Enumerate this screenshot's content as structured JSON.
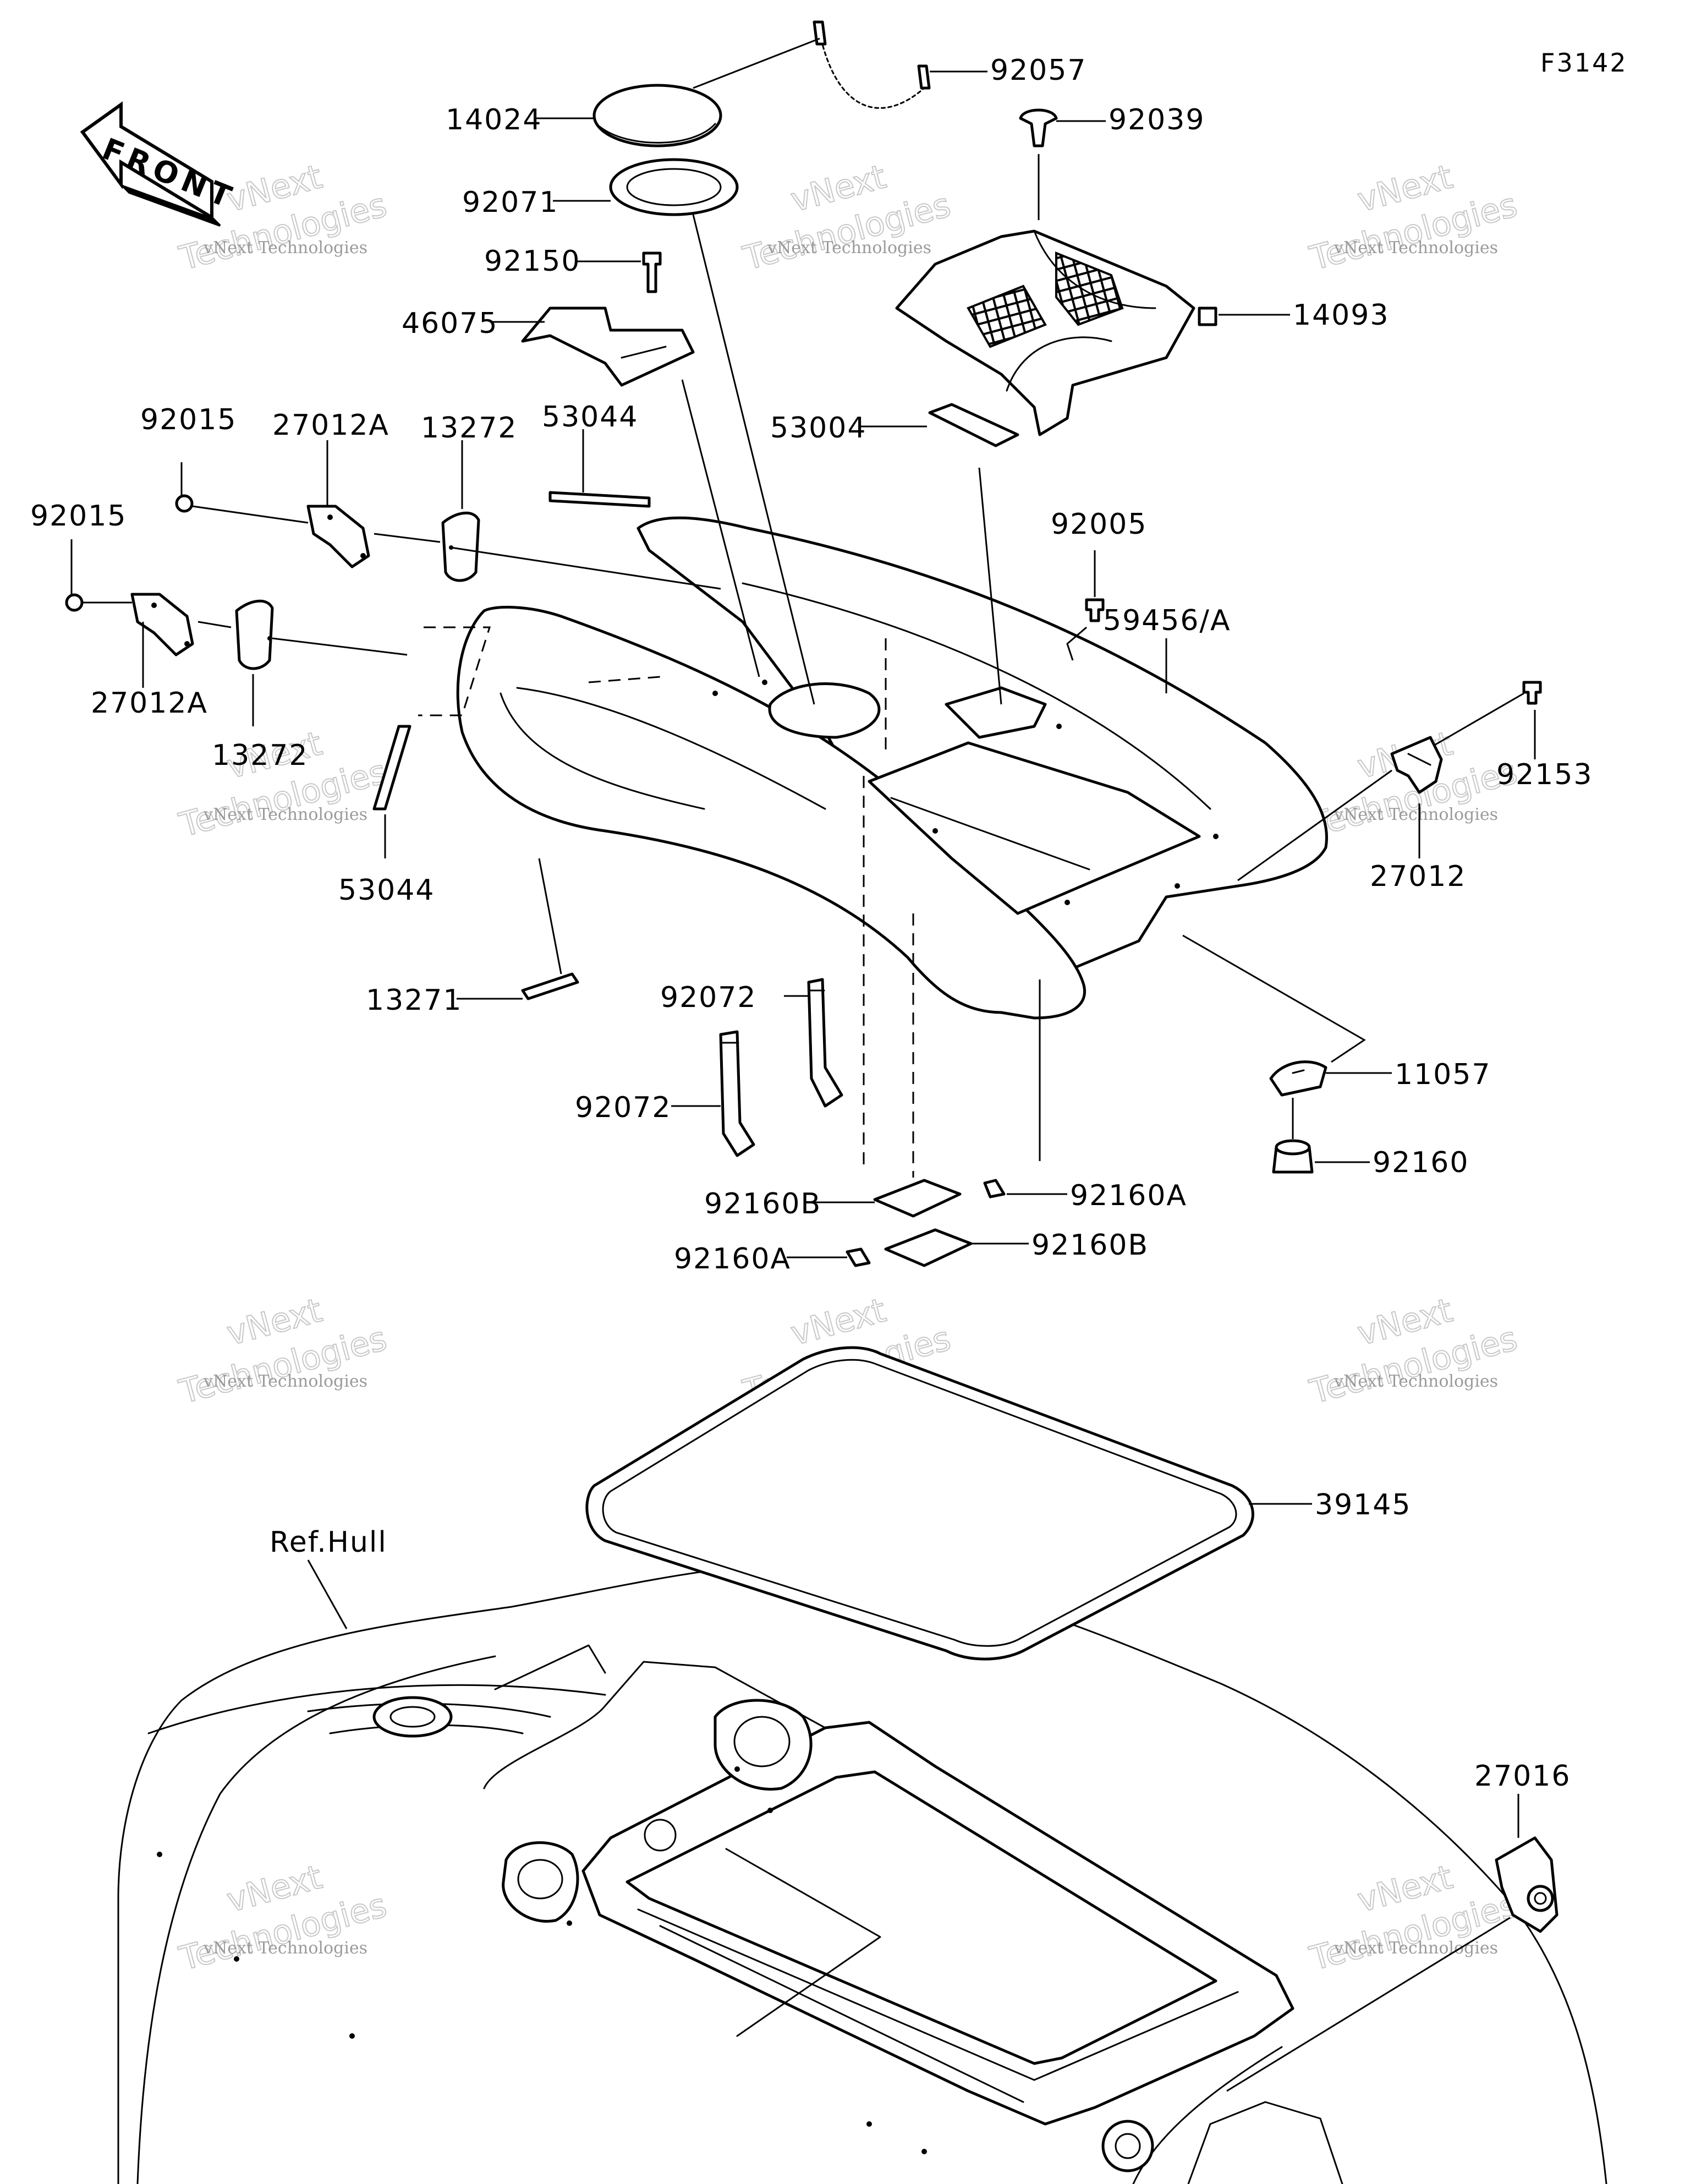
{
  "figure_code": "F3142",
  "front_arrow_text": "FRONT",
  "reference_label": "Ref.Hull",
  "watermark": {
    "line_small": "vNext Technologies",
    "line_large_1": "vNext",
    "line_large_2": "Technologies"
  },
  "parts": [
    {
      "id": "p92057",
      "number": "92057"
    },
    {
      "id": "p14024",
      "number": "14024"
    },
    {
      "id": "p92039",
      "number": "92039"
    },
    {
      "id": "p92071",
      "number": "92071"
    },
    {
      "id": "p92150",
      "number": "92150"
    },
    {
      "id": "p14093",
      "number": "14093"
    },
    {
      "id": "p46075",
      "number": "46075"
    },
    {
      "id": "p53044a",
      "number": "53044"
    },
    {
      "id": "p53004",
      "number": "53004"
    },
    {
      "id": "p92015a",
      "number": "92015"
    },
    {
      "id": "p27012Aa",
      "number": "27012A"
    },
    {
      "id": "p13272a",
      "number": "13272"
    },
    {
      "id": "p92005",
      "number": "92005"
    },
    {
      "id": "p92015b",
      "number": "92015"
    },
    {
      "id": "p59456",
      "number": "59456/A"
    },
    {
      "id": "p27012Ab",
      "number": "27012A"
    },
    {
      "id": "p13272b",
      "number": "13272"
    },
    {
      "id": "p92153",
      "number": "92153"
    },
    {
      "id": "p27012",
      "number": "27012"
    },
    {
      "id": "p53044b",
      "number": "53044"
    },
    {
      "id": "p13271",
      "number": "13271"
    },
    {
      "id": "p92072a",
      "number": "92072"
    },
    {
      "id": "p11057",
      "number": "11057"
    },
    {
      "id": "p92072b",
      "number": "92072"
    },
    {
      "id": "p92160",
      "number": "92160"
    },
    {
      "id": "p92160Ba",
      "number": "92160B"
    },
    {
      "id": "p92160Aa",
      "number": "92160A"
    },
    {
      "id": "p92160Ab",
      "number": "92160A"
    },
    {
      "id": "p92160Bb",
      "number": "92160B"
    },
    {
      "id": "p39145",
      "number": "39145"
    },
    {
      "id": "p27016",
      "number": "27016"
    }
  ]
}
